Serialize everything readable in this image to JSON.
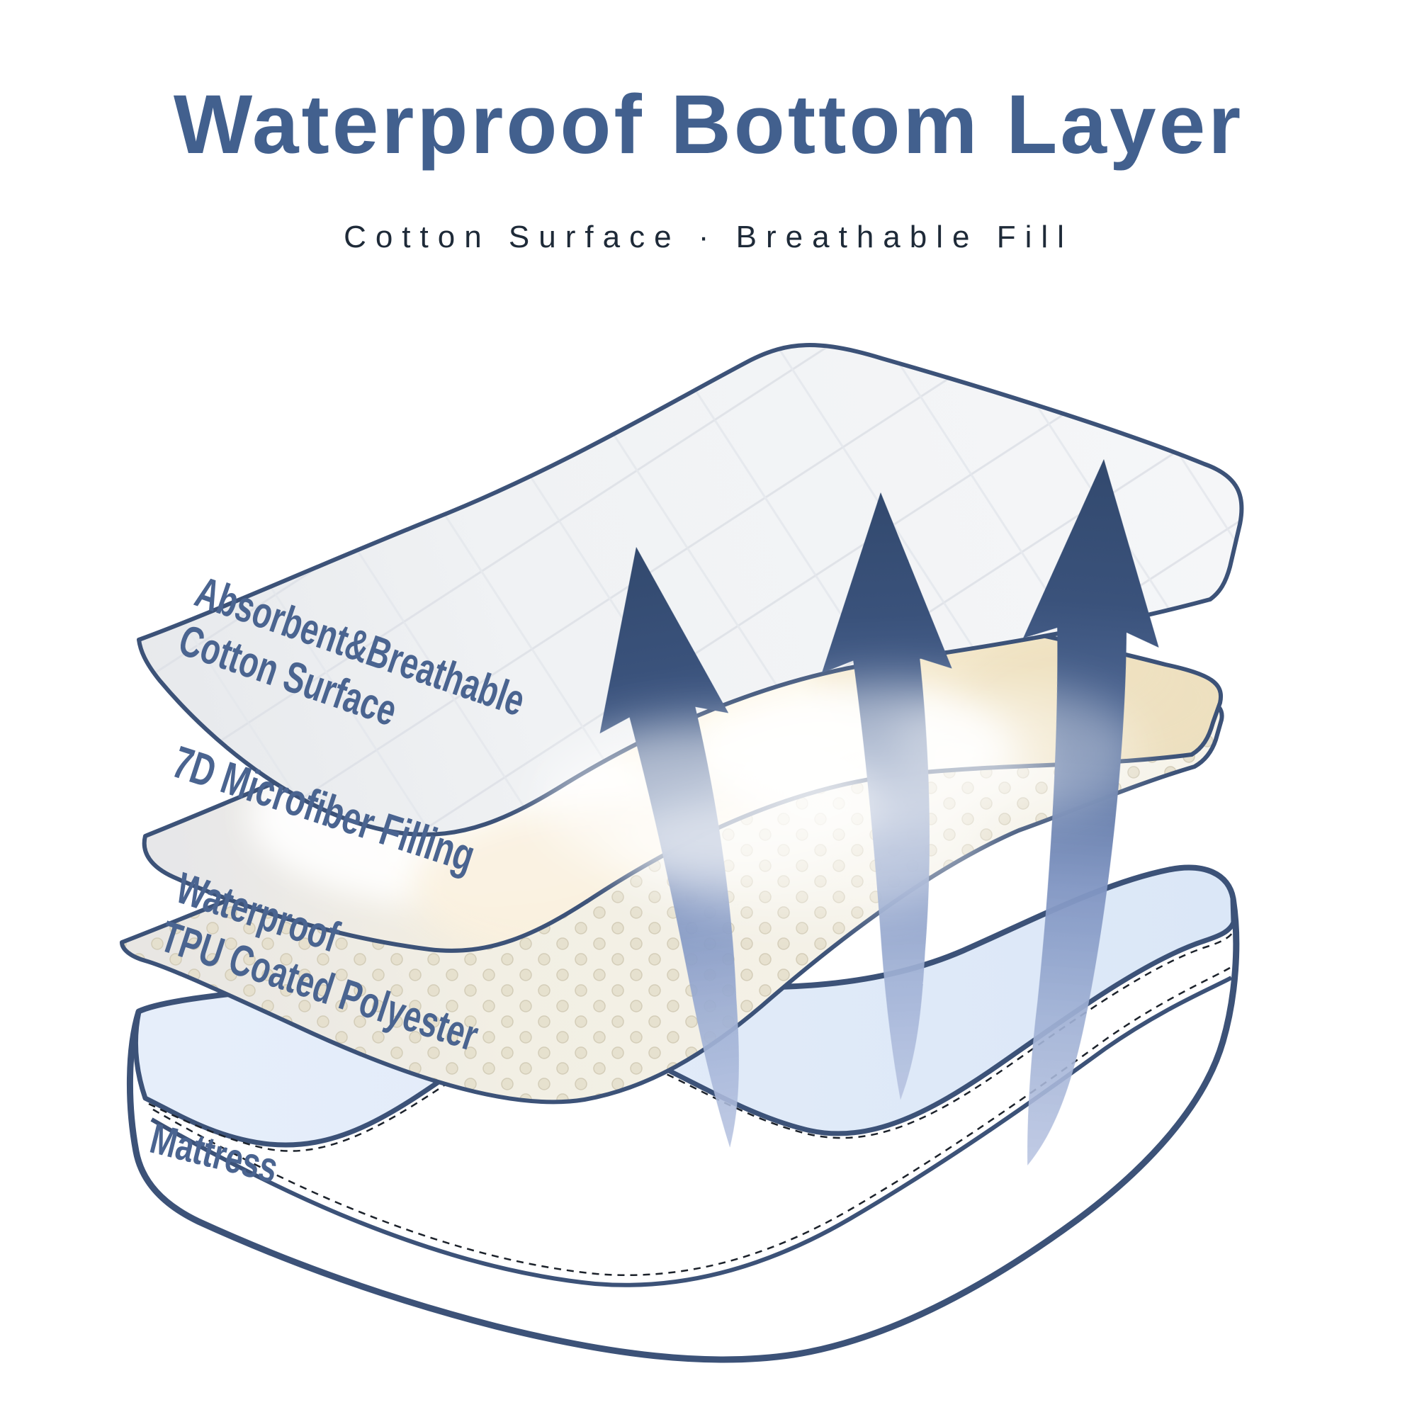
{
  "title": {
    "text": "Waterproof Bottom Layer"
  },
  "subtitle": {
    "text": "Cotton Surface · Breathable Fill"
  },
  "layers": {
    "cotton": {
      "label_line1": "Absorbent&Breathable",
      "label_line2": "Cotton Surface"
    },
    "microfiber": {
      "label": "7D Microfiber Filling"
    },
    "tpu": {
      "label_line1": "Waterproof",
      "label_line2": "TPU Coated Polyester"
    },
    "mattress": {
      "label": "Mattress"
    }
  },
  "icons": {
    "airflow": {
      "name": "airflow-up-arrow",
      "count": 3,
      "meaning": "breathability airflow rising through layers"
    }
  },
  "colors": {
    "title_blue": "#42608e",
    "subtitle_navy": "#1e2a38",
    "label_blue": "#4a6490",
    "outline_navy": "#3c5278",
    "arrow_navy": "#32496e",
    "arrow_light": "#b7c3e1",
    "mattress_top_blue": "#dfeaf8",
    "microfiber_cream": "#f2e7cf",
    "tpu_dot_beige": "#e5dfcc",
    "quilt_white": "#eff1f4"
  }
}
